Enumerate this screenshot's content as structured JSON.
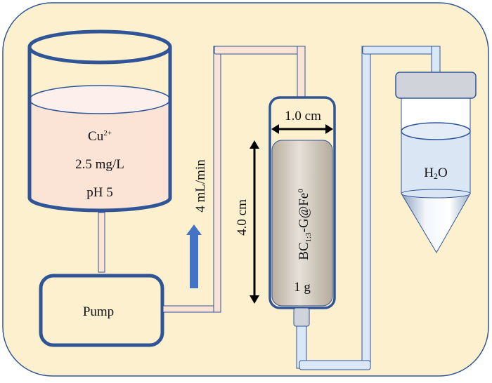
{
  "colors": {
    "panel_bg": "#fdf0cf",
    "outline": "#2f5597",
    "feed_liquid": "#fbe3d6",
    "feed_liquid_top": "#fdf0ec",
    "feed_tube": "#fbe3d6",
    "outlet_tube": "#dae7f7",
    "adsorbent": "#c9bfb2",
    "cap_gray": "#d0d3da",
    "water": "#dae6f4",
    "flow_arrow": "#4472c4"
  },
  "reservoir": {
    "ion_base": "Cu",
    "ion_charge": "2+",
    "concentration": "2.5 mg/L",
    "ph": "pH 5"
  },
  "pump": {
    "label": "Pump"
  },
  "flow": {
    "rate": "4 mL/min",
    "direction": "up"
  },
  "column": {
    "width_label": "1.0 cm",
    "height_label": "4.0 cm",
    "material_prefix": "BC",
    "material_subscript": "1:3",
    "material_suffix": "-G@Fe",
    "material_superscript": "0",
    "mass": "1 g"
  },
  "collector": {
    "label_base": "H",
    "label_subscript": "2",
    "label_suffix": "O"
  }
}
